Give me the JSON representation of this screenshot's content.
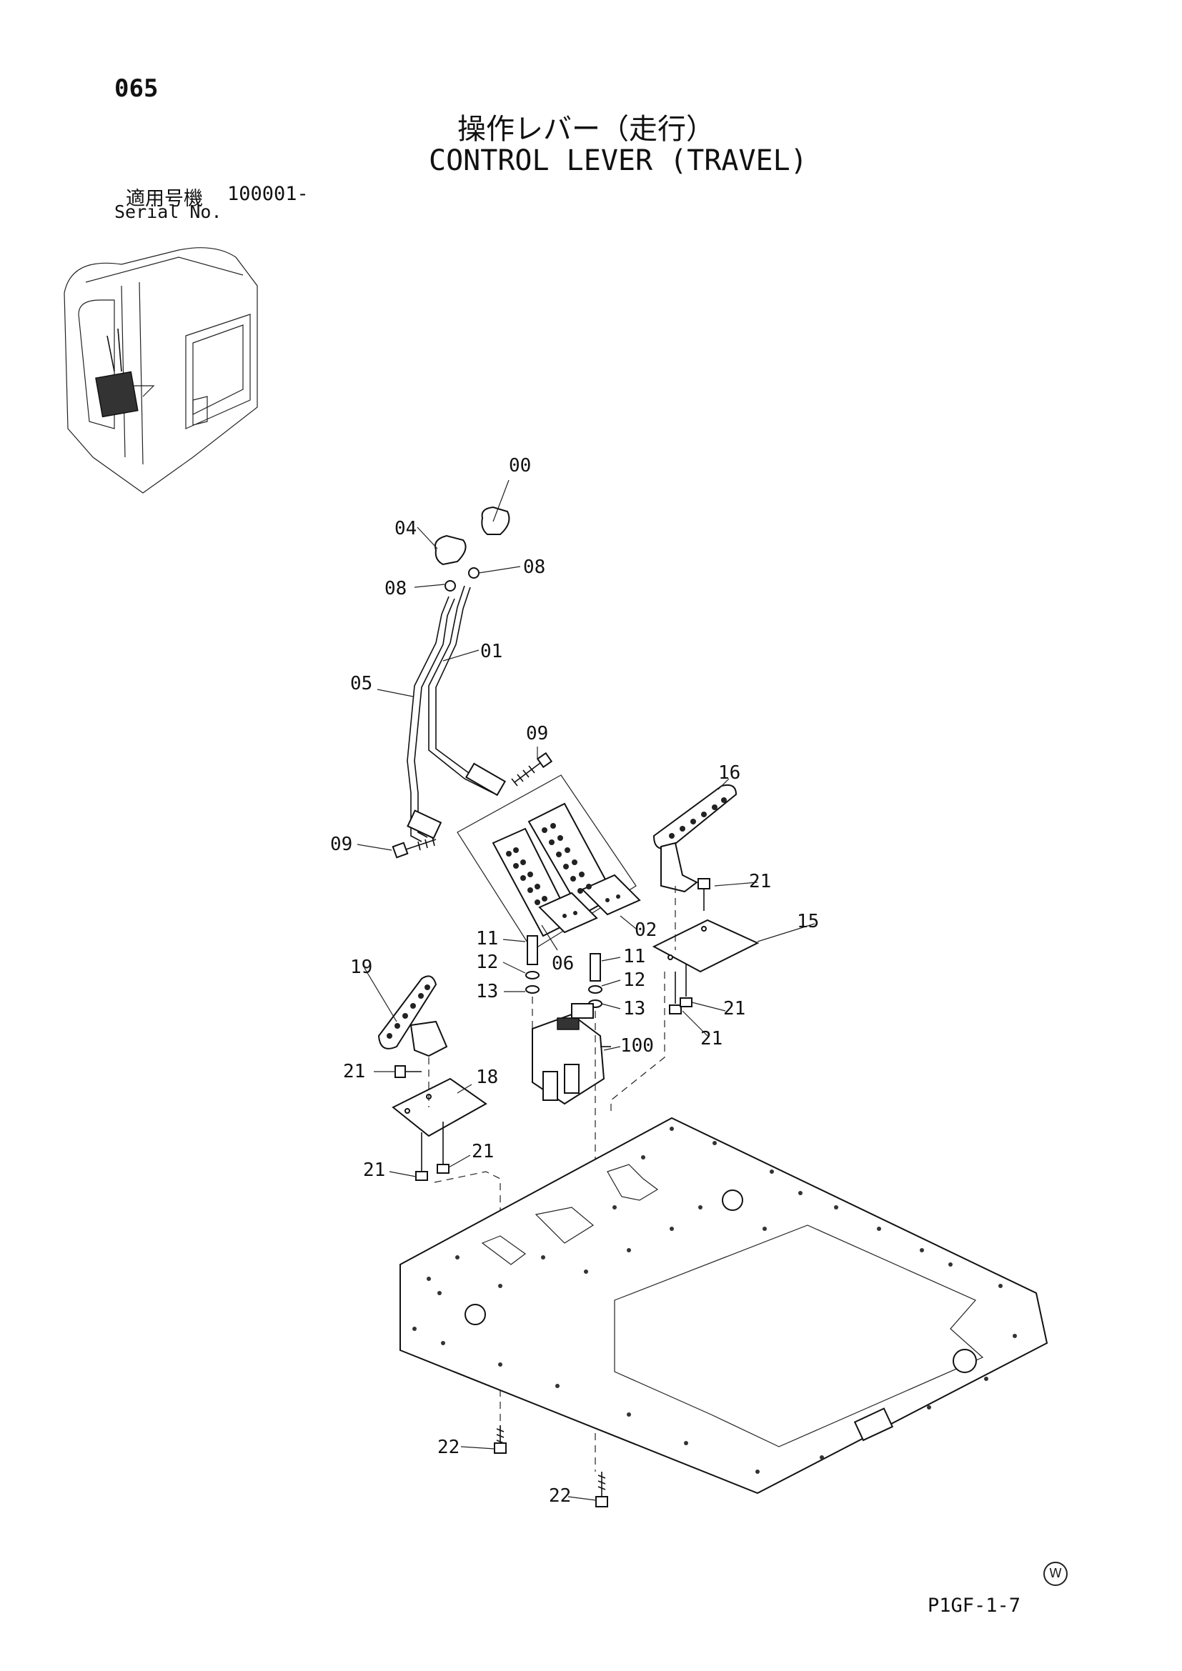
{
  "page": {
    "number": "065",
    "title_jp": "操作レバー（走行）",
    "title_en": "CONTROL LEVER (TRAVEL)",
    "serial_jp_label": "適用号機",
    "serial_value": "100001-",
    "serial_en_label": "Serial No.",
    "doc_code": "P1GF-1-7",
    "mark": "W"
  },
  "part_labels": {
    "p00": "00",
    "p04": "04",
    "p08a": "08",
    "p08b": "08",
    "p01": "01",
    "p05": "05",
    "p09a": "09",
    "p09b": "09",
    "p16": "16",
    "p21a": "21",
    "p02": "02",
    "p15": "15",
    "p11a": "11",
    "p12a": "12",
    "p06": "06",
    "p11b": "11",
    "p12b": "12",
    "p13a": "13",
    "p13b": "13",
    "p21b": "21",
    "p21c": "21",
    "p19": "19",
    "p100": "100",
    "p21d": "21",
    "p18": "18",
    "p21e": "21",
    "p21f": "21",
    "p22a": "22",
    "p22b": "22"
  }
}
